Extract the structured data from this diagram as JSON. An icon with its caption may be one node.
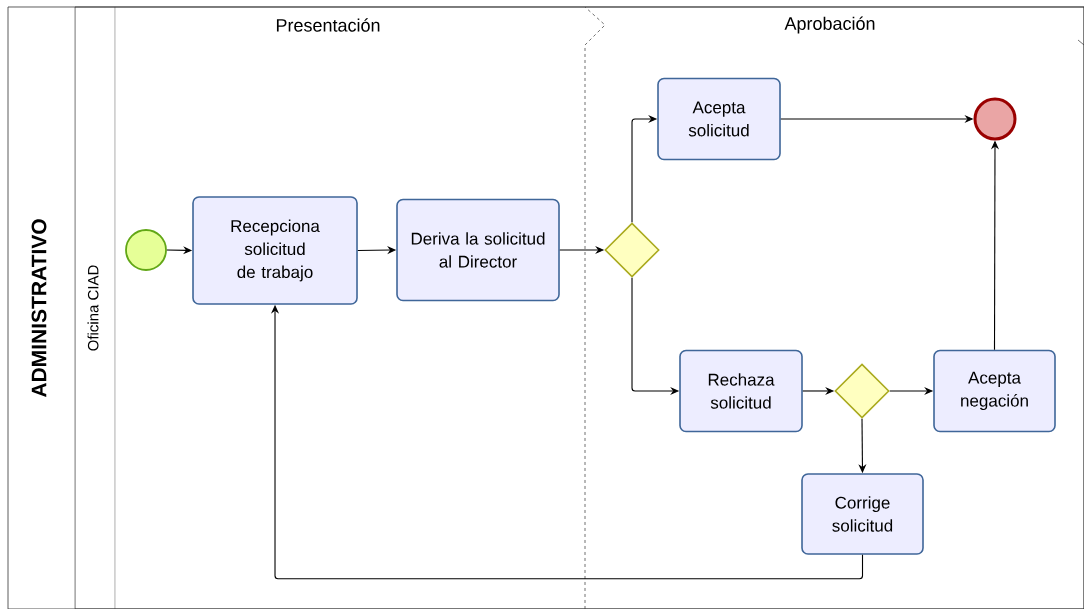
{
  "diagram": {
    "nodes": [
      {
        "text": [
          "ADMINISTRATIVO"
        ]
      },
      {
        "text": [
          "Oficina CIAD"
        ],
        "in": 0
      },
      {
        "text": [],
        "shape": "circle",
        "in": 1
      },
      {
        "text": [
          "Recepciona solicitud de trabajo"
        ],
        "in": 1
      },
      {
        "text": [
          "Deriva la solicitud al Director"
        ],
        "in": 1
      },
      {
        "text": [],
        "shape": "diamond",
        "in": 1
      },
      {
        "text": [
          "Acepta solicitud"
        ],
        "in": 1
      },
      {
        "text": [],
        "shape": "circle",
        "in": 1
      },
      {
        "text": [
          "Rechaza solicitud"
        ],
        "in": 1
      },
      {
        "text": [],
        "shape": "diamond",
        "in": 1
      },
      {
        "text": [
          "Acepta negación"
        ],
        "in": 1
      },
      {
        "text": [
          "Corrige solicitud"
        ],
        "in": 1
      }
    ],
    "edges": [
      {
        "from": 2,
        "to": 3,
        "arrow": "to"
      },
      {
        "from": 3,
        "to": 4,
        "arrow": "to"
      },
      {
        "from": 4,
        "to": 5,
        "arrow": "to"
      },
      {
        "from": 5,
        "to": 6,
        "arrow": "to"
      },
      {
        "from": 5,
        "to": 8,
        "arrow": "to"
      },
      {
        "from": 6,
        "to": 7,
        "arrow": "to"
      },
      {
        "from": 8,
        "to": 9,
        "arrow": "to"
      },
      {
        "from": 9,
        "to": 10,
        "arrow": "to"
      },
      {
        "from": 9,
        "to": 11,
        "arrow": "to"
      },
      {
        "from": 10,
        "to": 7,
        "arrow": "to"
      },
      {
        "from": 11,
        "to": 3,
        "arrow": "to"
      }
    ],
    "labels": [
      "Presentación",
      "Aprobación"
    ]
  }
}
